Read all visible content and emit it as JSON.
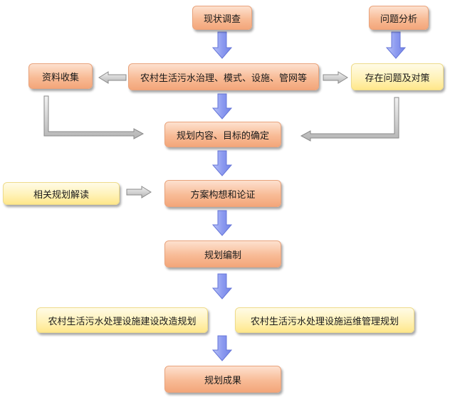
{
  "nodes": {
    "survey": "现状调查",
    "analysis": "问题分析",
    "data_collection": "资料收集",
    "governance": "农村生活污水治理、模式、设施、管网等",
    "problems": "存在问题及对策",
    "content": "规划内容、目标的确定",
    "related": "相关规划解读",
    "scheme": "方案构想和论证",
    "compile": "规划编制",
    "construction": "农村生活污水处理设施建设改造规划",
    "operation": "农村生活污水处理设施运维管理规划",
    "result": "规划成果"
  },
  "colors": {
    "orange_box": "#f8bb96",
    "yellow_box": "#fff2b8",
    "blue_arrow": "#8f9ff0",
    "gray_arrow": "#c8c8c8"
  }
}
